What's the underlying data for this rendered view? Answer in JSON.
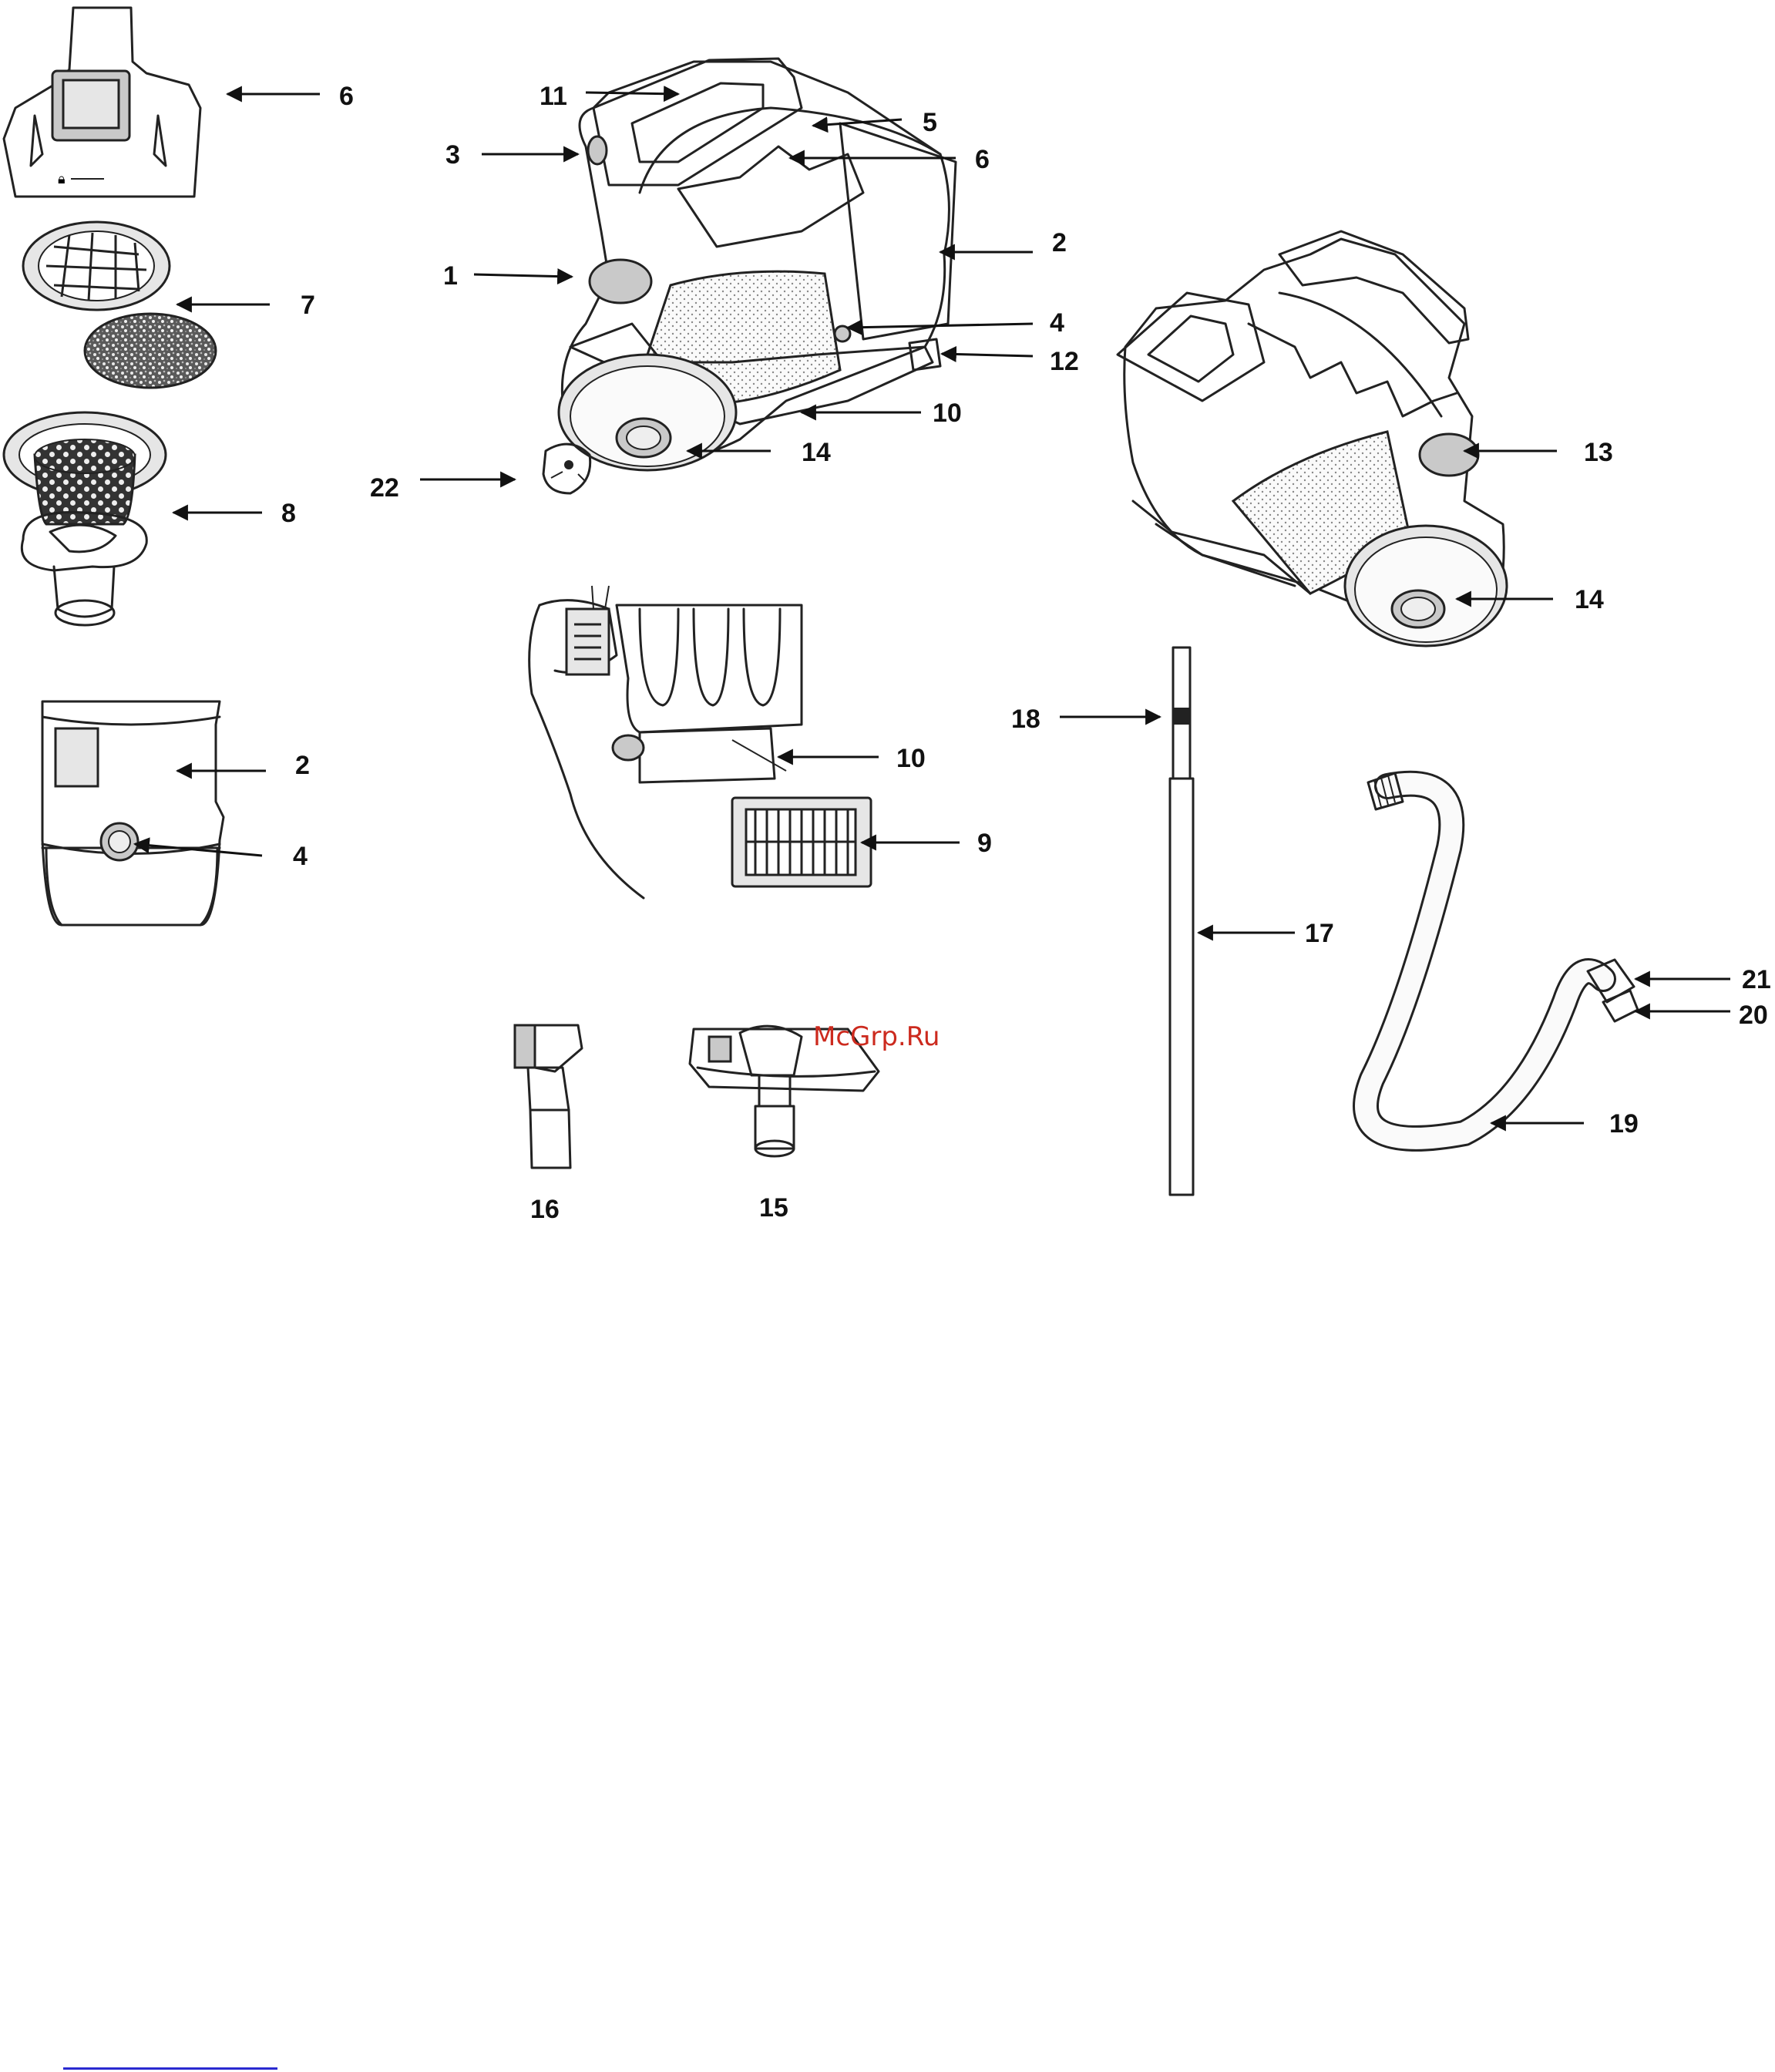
{
  "watermark": "McGrp.Ru",
  "labels": {
    "top_cover_6": "6",
    "filters_7": "7",
    "cyclone_8": "8",
    "dust_bin_2": "2",
    "dust_bin_4": "4",
    "main_11": "11",
    "main_5": "5",
    "main_3": "3",
    "main_6": "6",
    "main_2": "2",
    "main_1": "1",
    "main_4": "4",
    "main_12": "12",
    "main_10": "10",
    "main_14": "14",
    "main_22": "22",
    "rear_13": "13",
    "rear_14": "14",
    "filter_10": "10",
    "filter_9": "9",
    "tube_18": "18",
    "tube_17": "17",
    "hose_21": "21",
    "hose_20": "20",
    "hose_19": "19",
    "nozzle_16": "16",
    "nozzle_15": "15"
  }
}
